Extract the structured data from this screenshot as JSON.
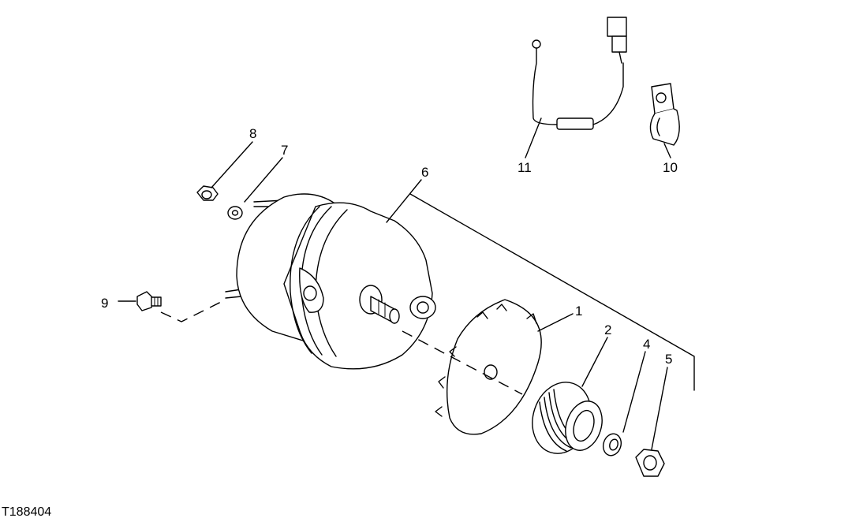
{
  "figure_id": "T188404",
  "callouts": {
    "c1": "1",
    "c2": "2",
    "c4": "4",
    "c5": "5",
    "c6": "6",
    "c7": "7",
    "c8": "8",
    "c9": "9",
    "c10": "10",
    "c11": "11"
  }
}
